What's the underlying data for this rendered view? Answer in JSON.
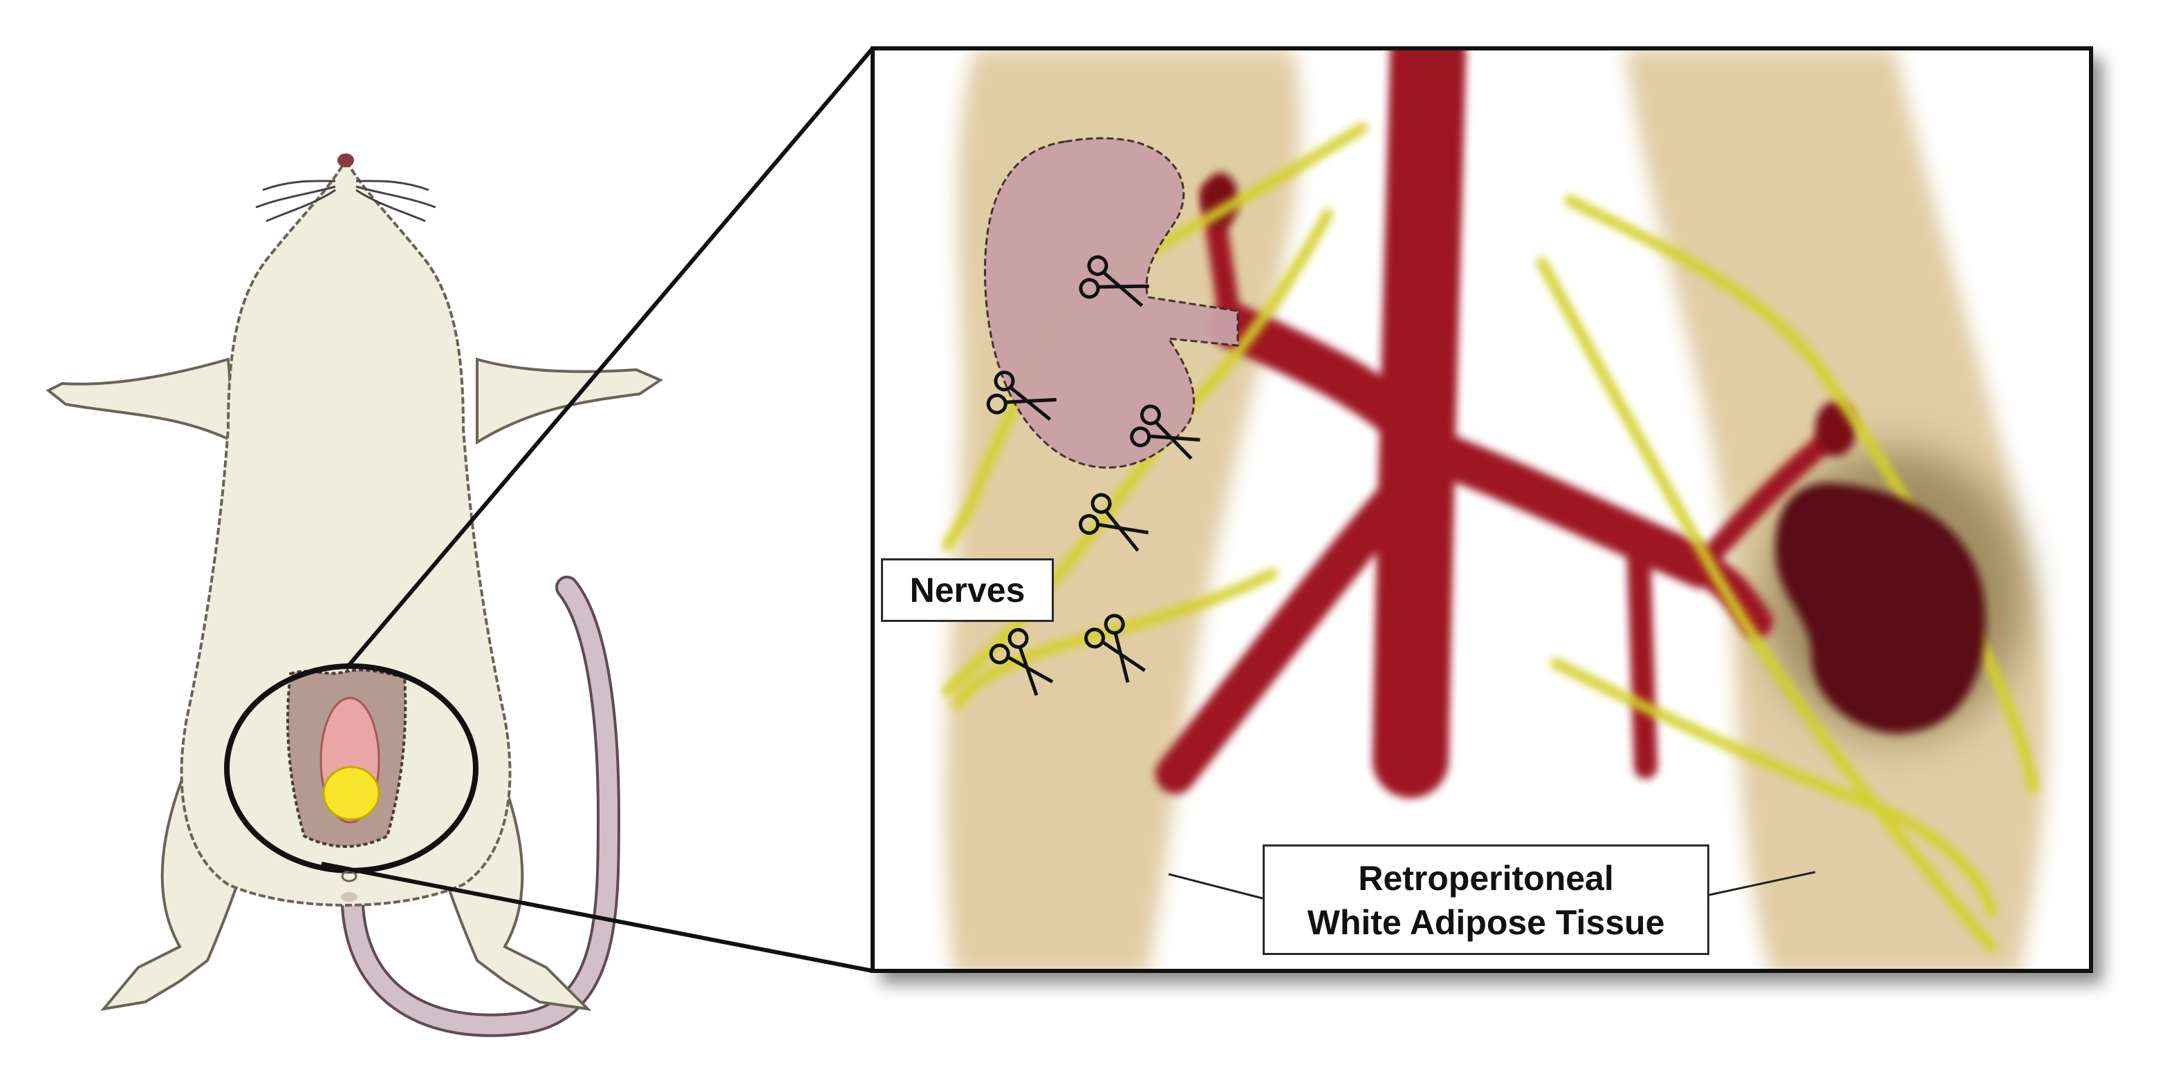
{
  "labels": {
    "nerves": "Nerves",
    "adipose_line1": "Retroperitoneal",
    "adipose_line2": "White Adipose Tissue"
  },
  "colors": {
    "nerve": "#d4d02a",
    "artery": "#9e1420",
    "adipose": "#e1cda5",
    "kidney_left": "#c9a0a6",
    "kidney_right": "#5a0f12",
    "rat_body": "#efeddd"
  },
  "icons": [
    "scissors-icon"
  ]
}
